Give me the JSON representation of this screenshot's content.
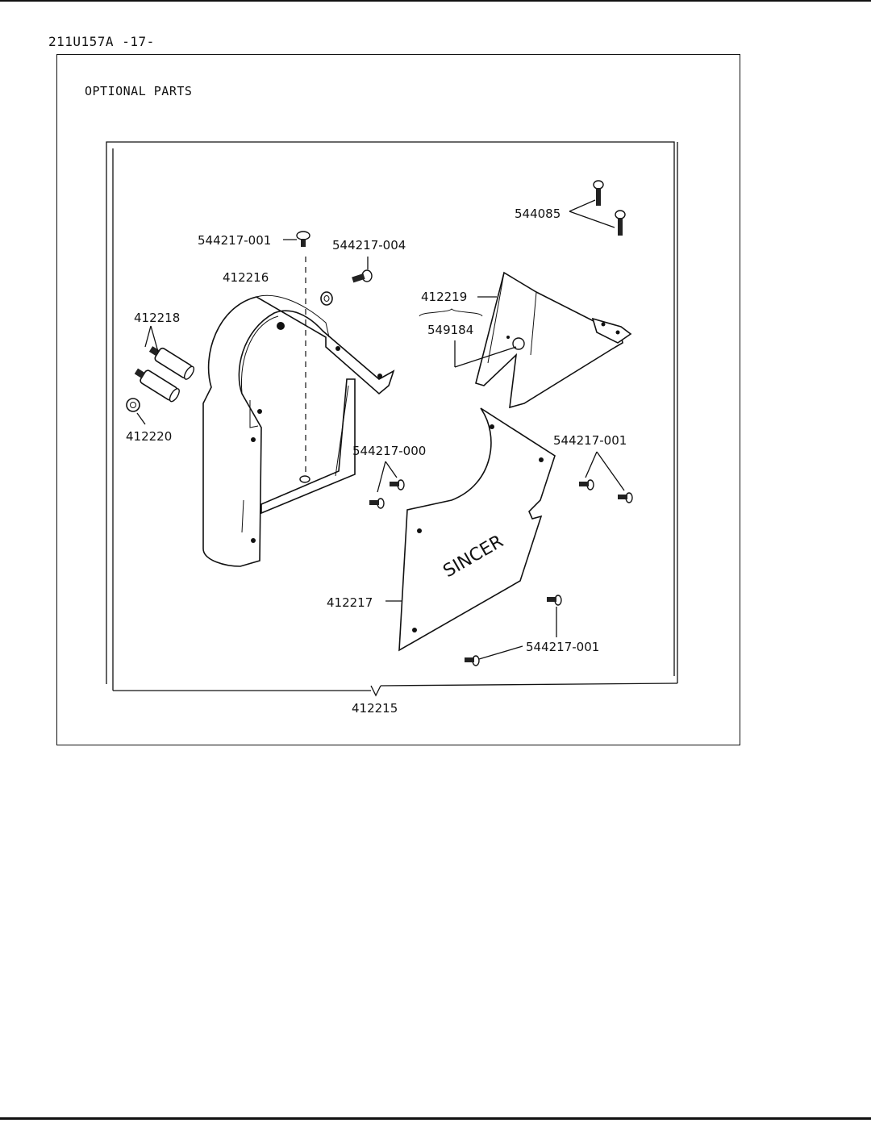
{
  "header": {
    "page_ref": "211U157A -17-"
  },
  "section": {
    "title": "OPTIONAL PARTS"
  },
  "brand": {
    "text": "SINCER"
  },
  "labels": {
    "l544085": "544085",
    "l544217_001_top": "544217-001",
    "l544217_004": "544217-004",
    "l412216": "412216",
    "l412218": "412218",
    "l412220": "412220",
    "l412219": "412219",
    "l549184": "549184",
    "l544217_000": "544217-000",
    "l544217_001_right": "544217-001",
    "l412217": "412217",
    "l544217_001_bottom": "544217-001",
    "l412215": "412215"
  }
}
